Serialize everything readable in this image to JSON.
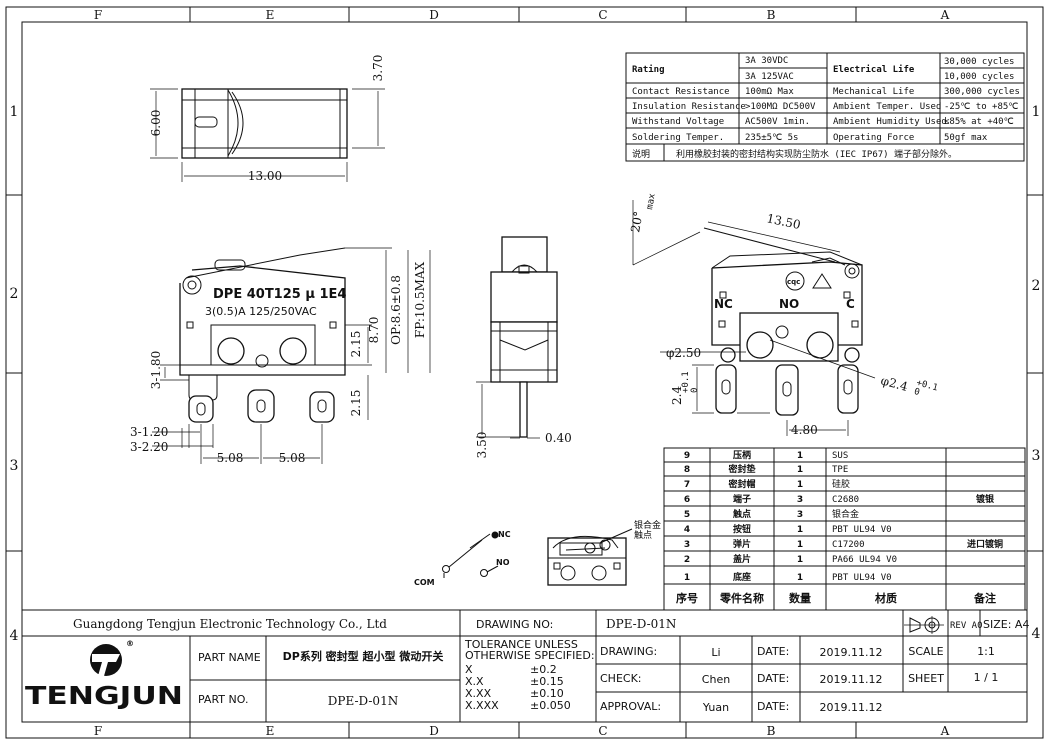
{
  "border": {
    "cols_top": [
      "F",
      "E",
      "D",
      "C",
      "B",
      "A"
    ],
    "rows": [
      "1",
      "2",
      "3",
      "4"
    ]
  },
  "specs": [
    {
      "k1": "Rating",
      "v1a": "3A  30VDC",
      "v1b": "3A  125VAC",
      "k2": "Electrical Life",
      "v2a": "30,000 cycles",
      "v2b": "10,000 cycles"
    },
    {
      "k1": "Contact Resistance",
      "v1": "100mΩ Max",
      "k2": "Mechanical Life",
      "v2": "300,000 cycles"
    },
    {
      "k1": "Insulation Resistance",
      "v1": ">100MΩ DC500V",
      "k2": "Ambient Temper. Used",
      "v2": "-25℃ to +85℃"
    },
    {
      "k1": "Withstand Voltage",
      "v1": "AC500V  1min.",
      "k2": "Ambient Humidity Used",
      "v2": "≤85% at +40℃"
    },
    {
      "k1": "Soldering Temper.",
      "v1": "235±5℃  5s",
      "k2": "Operating Force",
      "v2": "50gf max"
    }
  ],
  "spec_note_label": "说明",
  "spec_note": "利用橡胶封装的密封结构实现防尘防水 (IEC IP67) 端子部分除外。",
  "dims": {
    "top_h": "6.00",
    "top_w": "13.00",
    "top_r": "3.70",
    "front_215a": "2.15",
    "front_870": "8.70",
    "front_op": "OP:8.6±0.8",
    "front_fp": "FP:10.5MAX",
    "front_215b": "2.15",
    "front_180": "3-1.80",
    "front_120": "3-1.20",
    "front_220": "3-2.20",
    "front_508a": "5.08",
    "front_508b": "5.08",
    "side_350": "3.50",
    "side_040": "0.40",
    "iso_angle": "20°",
    "iso_max": "max",
    "iso_1350": "13.50",
    "iso_250": "φ2.50",
    "iso_24": "2.4",
    "iso_24_tol": "+0.1\n0",
    "iso_24b": "φ2.4",
    "iso_24b_tol": "+0.1\n0",
    "iso_480": "4.80"
  },
  "switch_label_line1": "DPE 40T125 μ 1E4",
  "switch_label_line2": "3(0.5)A 125/250VAC",
  "iso_labels": {
    "nc": "NC",
    "no": "NO",
    "c": "C",
    "mark": "cqc"
  },
  "schematic": {
    "nc": "NC",
    "no": "NO",
    "com": "COM",
    "note1": "银合金",
    "note2": "触点"
  },
  "bom_head": {
    "no": "序号",
    "name": "零件名称",
    "qty": "数量",
    "mat": "材质",
    "remark": "备注"
  },
  "bom": [
    {
      "no": "9",
      "name": "压柄",
      "qty": "1",
      "mat": "SUS",
      "remark": ""
    },
    {
      "no": "8",
      "name": "密封垫",
      "qty": "1",
      "mat": "TPE",
      "remark": ""
    },
    {
      "no": "7",
      "name": "密封帽",
      "qty": "1",
      "mat": "硅胶",
      "remark": ""
    },
    {
      "no": "6",
      "name": "端子",
      "qty": "3",
      "mat": "C2680",
      "remark": "镀银"
    },
    {
      "no": "5",
      "name": "触点",
      "qty": "3",
      "mat": "银合金",
      "remark": ""
    },
    {
      "no": "4",
      "name": "按钮",
      "qty": "1",
      "mat": "PBT UL94 V0",
      "remark": ""
    },
    {
      "no": "3",
      "name": "弹片",
      "qty": "1",
      "mat": "C17200",
      "remark": "进口镀铜"
    },
    {
      "no": "2",
      "name": "盖片",
      "qty": "1",
      "mat": "PA66 UL94 V0",
      "remark": ""
    },
    {
      "no": "1",
      "name": "底座",
      "qty": "1",
      "mat": "PBT UL94 V0",
      "remark": ""
    }
  ],
  "title_block": {
    "company": "Guangdong Tengjun Electronic Technology Co., Ltd",
    "logo_text": "TENGJUN",
    "part_name_label": "PART NAME",
    "part_name": "DP系列 密封型 超小型 微动开关",
    "part_no_label": "PART NO.",
    "part_no": "DPE-D-01N",
    "drawing_no_label": "DRAWING NO:",
    "drawing_no": "DPE-D-01N",
    "rev": "REV A0",
    "size": "SIZE: A4",
    "tol_title1": "TOLERANCE  UNLESS",
    "tol_title2": "OTHERWISE  SPECIFIED:",
    "tol": [
      {
        "k": "X",
        "v": "±0.2"
      },
      {
        "k": "X.X",
        "v": "±0.15"
      },
      {
        "k": "X.XX",
        "v": "±0.10"
      },
      {
        "k": "X.XXX",
        "v": "±0.050"
      }
    ],
    "drawing_label": "DRAWING:",
    "drawing_by": "Li",
    "check_label": "CHECK:",
    "check_by": "Chen",
    "approval_label": "APPROVAL:",
    "approval_by": "Yuan",
    "date_label": "DATE:",
    "date1": "2019.11.12",
    "date2": "2019.11.12",
    "date3": "2019.11.12",
    "scale_label": "SCALE",
    "scale": "1:1",
    "sheet_label": "SHEET",
    "sheet": "1 / 1"
  }
}
